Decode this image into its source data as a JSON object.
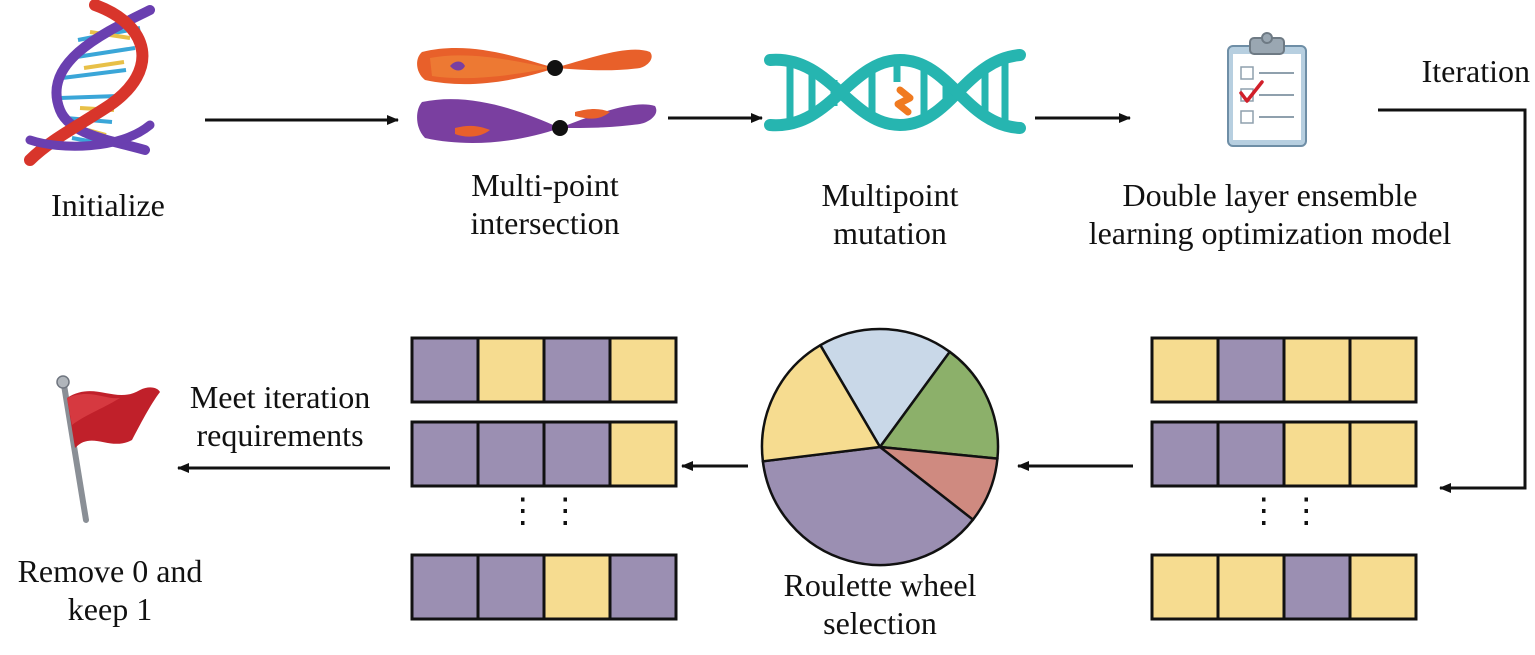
{
  "steps": {
    "initialize": {
      "label": "Initialize"
    },
    "crossover": {
      "label": [
        "Multi-point",
        "intersection"
      ]
    },
    "mutation": {
      "label": [
        "Multipoint",
        "mutation"
      ]
    },
    "model": {
      "label": [
        "Double layer ensemble",
        "learning optimization model"
      ]
    },
    "selection": {
      "label": [
        "Roulette wheel",
        "selection"
      ]
    },
    "termination": {
      "label": [
        "Meet iteration",
        "requirements"
      ]
    },
    "output": {
      "label": [
        "Remove 0 and",
        "keep 1"
      ]
    }
  },
  "iteration_label": "Iteration",
  "ellipsis": "⋮ ⋮",
  "colors": {
    "gene_0": "#9b8fb2",
    "gene_1": "#f6dc90",
    "outline": "#111111",
    "pie_blue": "#c9d8e8",
    "pie_green": "#8cb06a",
    "pie_red": "#cf8a80",
    "pie_purple": "#9b8fb2",
    "pie_yellow": "#f6dc90",
    "dna_red": "#d8352b",
    "dna_purple": "#6a3fb0",
    "dna_teal": "#26b5b0",
    "mutation_orange": "#f07a20",
    "chromosome_orange": "#e8602a",
    "chromosome_purple": "#7a3fa0",
    "flag_red": "#c0202a"
  },
  "population_before_selection": [
    [
      "gene_1",
      "gene_0",
      "gene_1",
      "gene_1"
    ],
    [
      "gene_0",
      "gene_0",
      "gene_1",
      "gene_1"
    ],
    [
      "gene_1",
      "gene_1",
      "gene_0",
      "gene_1"
    ]
  ],
  "population_after_selection": [
    [
      "gene_0",
      "gene_1",
      "gene_0",
      "gene_1"
    ],
    [
      "gene_0",
      "gene_0",
      "gene_0",
      "gene_1"
    ],
    [
      "gene_0",
      "gene_0",
      "gene_1",
      "gene_0"
    ]
  ],
  "roulette_slices": [
    {
      "color": "pie_blue",
      "fraction": 0.185
    },
    {
      "color": "pie_green",
      "fraction": 0.165
    },
    {
      "color": "pie_red",
      "fraction": 0.09
    },
    {
      "color": "pie_purple",
      "fraction": 0.375
    },
    {
      "color": "pie_yellow",
      "fraction": 0.185
    }
  ],
  "icons": {
    "initialize": "dna-helix-icon",
    "crossover": "chromosome-crossover-icon",
    "mutation": "dna-mutation-icon",
    "model": "clipboard-checklist-icon",
    "output": "red-flag-icon"
  }
}
